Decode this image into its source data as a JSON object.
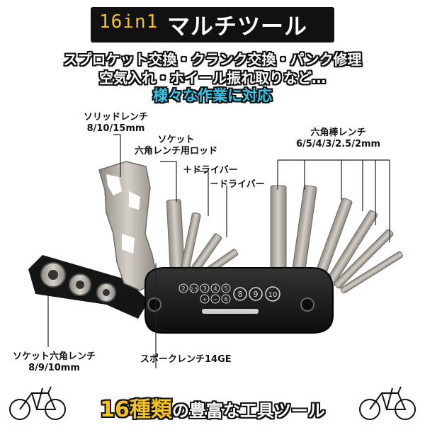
{
  "title": {
    "prefix": "16in1",
    "main": "マルチツール"
  },
  "subtitle": {
    "line1": "スプロケット交換・クランク交換・パンク修理",
    "line2": "空気入れ・ホイール振れ取りなど…",
    "highlight": "様々な作業に対応"
  },
  "labels": {
    "solid_wrench_name": "ソリッドレンチ",
    "solid_wrench_sizes": "8/10/15mm",
    "socket_rod_line1": "ソケット",
    "socket_rod_line2": "六角レンチ用ロッド",
    "plus_driver": "＋ドライバー",
    "minus_driver": "－ドライバー",
    "hex_name": "六角棒レンチ",
    "hex_sizes": "6/5/4/3/2.5/2mm",
    "socket_hex_name": "ソケット六角レンチ",
    "socket_hex_sizes": "8/9/10mm",
    "spoke_wrench": "スポークレンチ14GE"
  },
  "dial_marks": [
    "2",
    "2.5",
    "3",
    "4",
    "5",
    "8",
    "9",
    "10",
    "+",
    "−",
    "6"
  ],
  "footer": {
    "count": "16種類",
    "rest": "の豊富な工具ツール"
  },
  "colors": {
    "accent_yellow": "#f4c21f",
    "accent_cyan": "#35c6e8",
    "tool_body": "#1b1b1b",
    "steel": "#b9b4ad"
  }
}
